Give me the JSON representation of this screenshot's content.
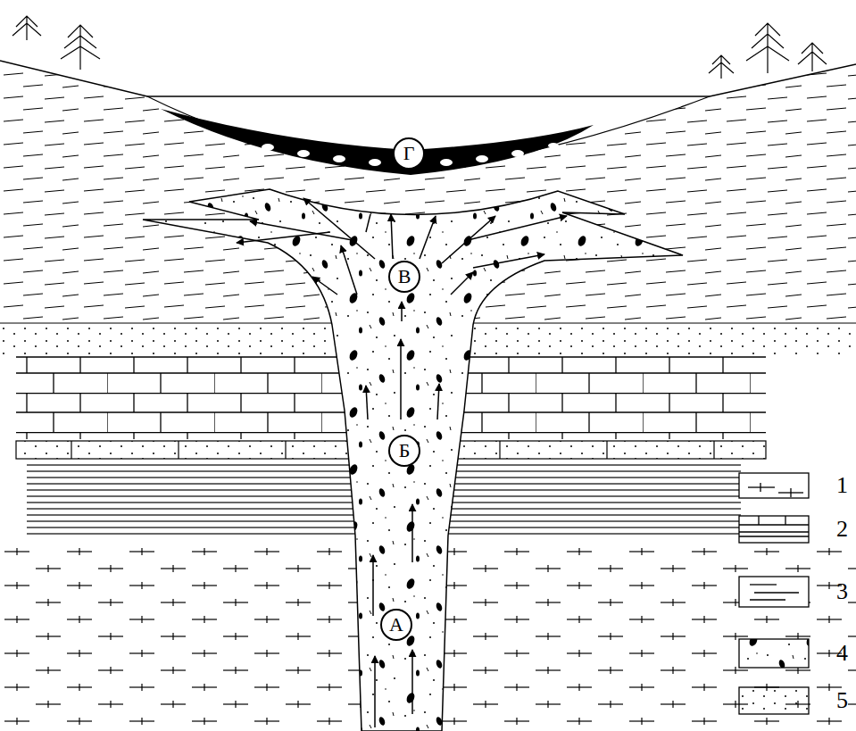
{
  "diagram": {
    "nodes": [
      {
        "text": [
          "Г"
        ]
      },
      {
        "text": [
          "В"
        ]
      },
      {
        "text": [
          "Б"
        ]
      },
      {
        "text": [
          "А"
        ]
      }
    ],
    "legend": [
      {
        "text": "1"
      },
      {
        "text": "2"
      },
      {
        "text": "3"
      },
      {
        "text": "4"
      },
      {
        "text": "5"
      }
    ]
  }
}
